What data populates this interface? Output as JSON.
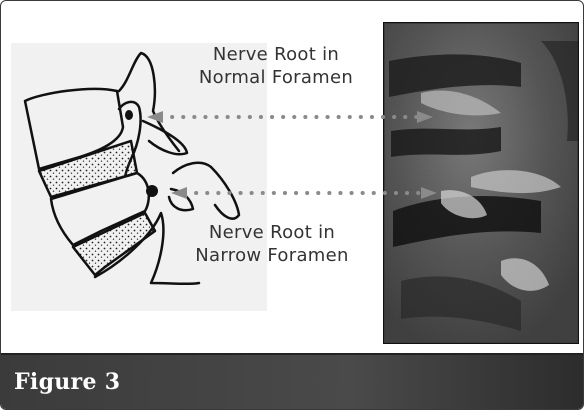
{
  "labels": {
    "normal_foramen": [
      "Nerve Root in",
      "Normal Foramen"
    ],
    "narrow_foramen": [
      "Nerve Root in",
      "Narrow Foramen"
    ]
  },
  "caption": "Figure 3",
  "colors": {
    "caption_bar": "#3d3d3d",
    "caption_text": "#ffffff",
    "arrow": "#8a8a8a",
    "drawing_line": "#111111"
  },
  "icons": {
    "arrow_normal": "dotted-double-arrow",
    "arrow_narrow": "dotted-double-arrow"
  }
}
